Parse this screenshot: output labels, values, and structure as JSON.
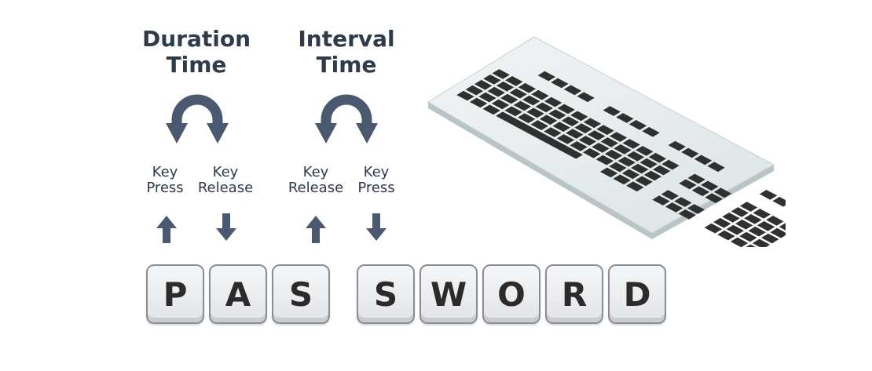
{
  "headings": {
    "duration": {
      "line1": "Duration",
      "line2": "Time"
    },
    "interval": {
      "line1": "Interval",
      "line2": "Time"
    }
  },
  "labels": {
    "press1": {
      "line1": "Key",
      "line2": "Press"
    },
    "release1": {
      "line1": "Key",
      "line2": "Release"
    },
    "release2": {
      "line1": "Key",
      "line2": "Release"
    },
    "press2": {
      "line1": "Key",
      "line2": "Press"
    }
  },
  "keys": [
    "P",
    "A",
    "S",
    "S",
    "W",
    "O",
    "R",
    "D"
  ],
  "colors": {
    "arrow": "#4a5870",
    "text": "#2f3a4a",
    "keycap": "#e8eaec",
    "keyboard_body": "#e6ebec",
    "keyboard_keys": "#2f3131"
  },
  "icons": {
    "curve": "u-turn-arrow-icon",
    "up": "arrow-up-icon",
    "down": "arrow-down-icon",
    "keyboard": "keyboard-icon"
  }
}
